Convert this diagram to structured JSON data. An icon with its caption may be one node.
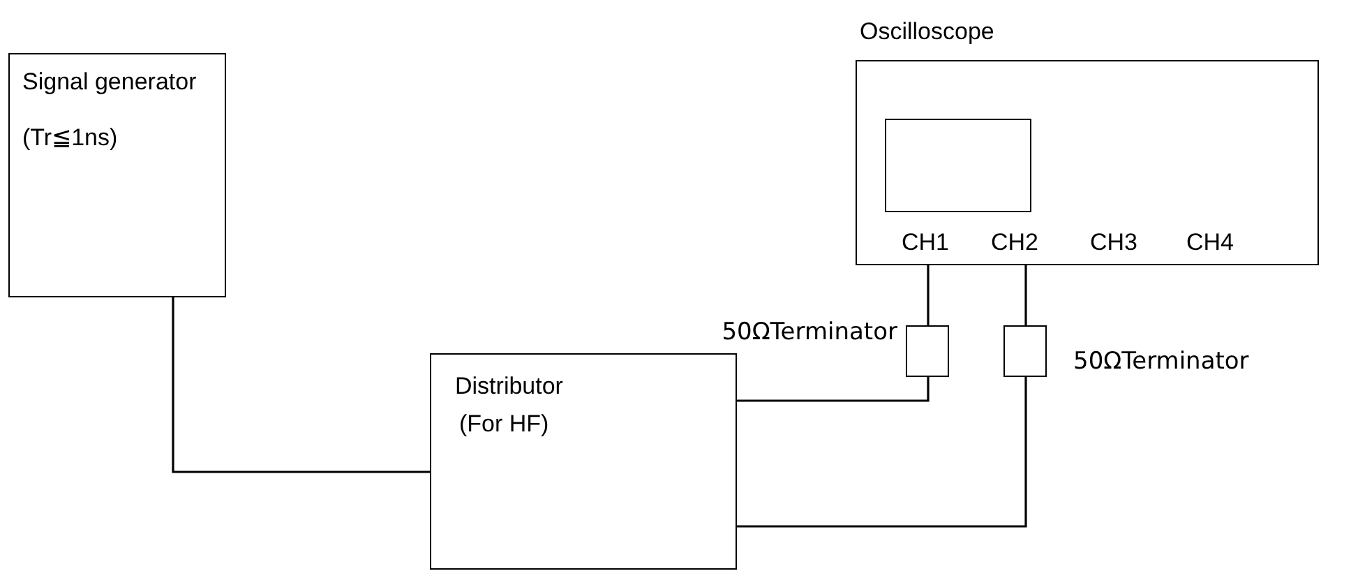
{
  "diagram": {
    "nodes": [
      {
        "text": [
          "Oscilloscope"
        ]
      },
      {
        "text": [
          "Signal generator",
          "(Tr≦1ns)"
        ]
      },
      {
        "text": [],
        "shape": "box",
        "beside": [
          "50ΩTerminator"
        ]
      },
      {
        "text": [],
        "shape": "box",
        "beside": [
          "50ΩTerminator"
        ]
      },
      {
        "text": [
          "Distributor",
          "(For HF)"
        ]
      }
    ],
    "edges": [
      {
        "from": 1,
        "to": 4,
        "arrow": "none"
      },
      {
        "from": 4,
        "to": 2,
        "arrow": "none"
      },
      {
        "from": 2,
        "to": 0,
        "arrow": "none"
      },
      {
        "from": 4,
        "to": 3,
        "arrow": "none"
      },
      {
        "from": 3,
        "to": 0,
        "arrow": "none"
      }
    ],
    "labels": [
      "CH1",
      "CH2",
      "CH3",
      "CH4"
    ]
  }
}
